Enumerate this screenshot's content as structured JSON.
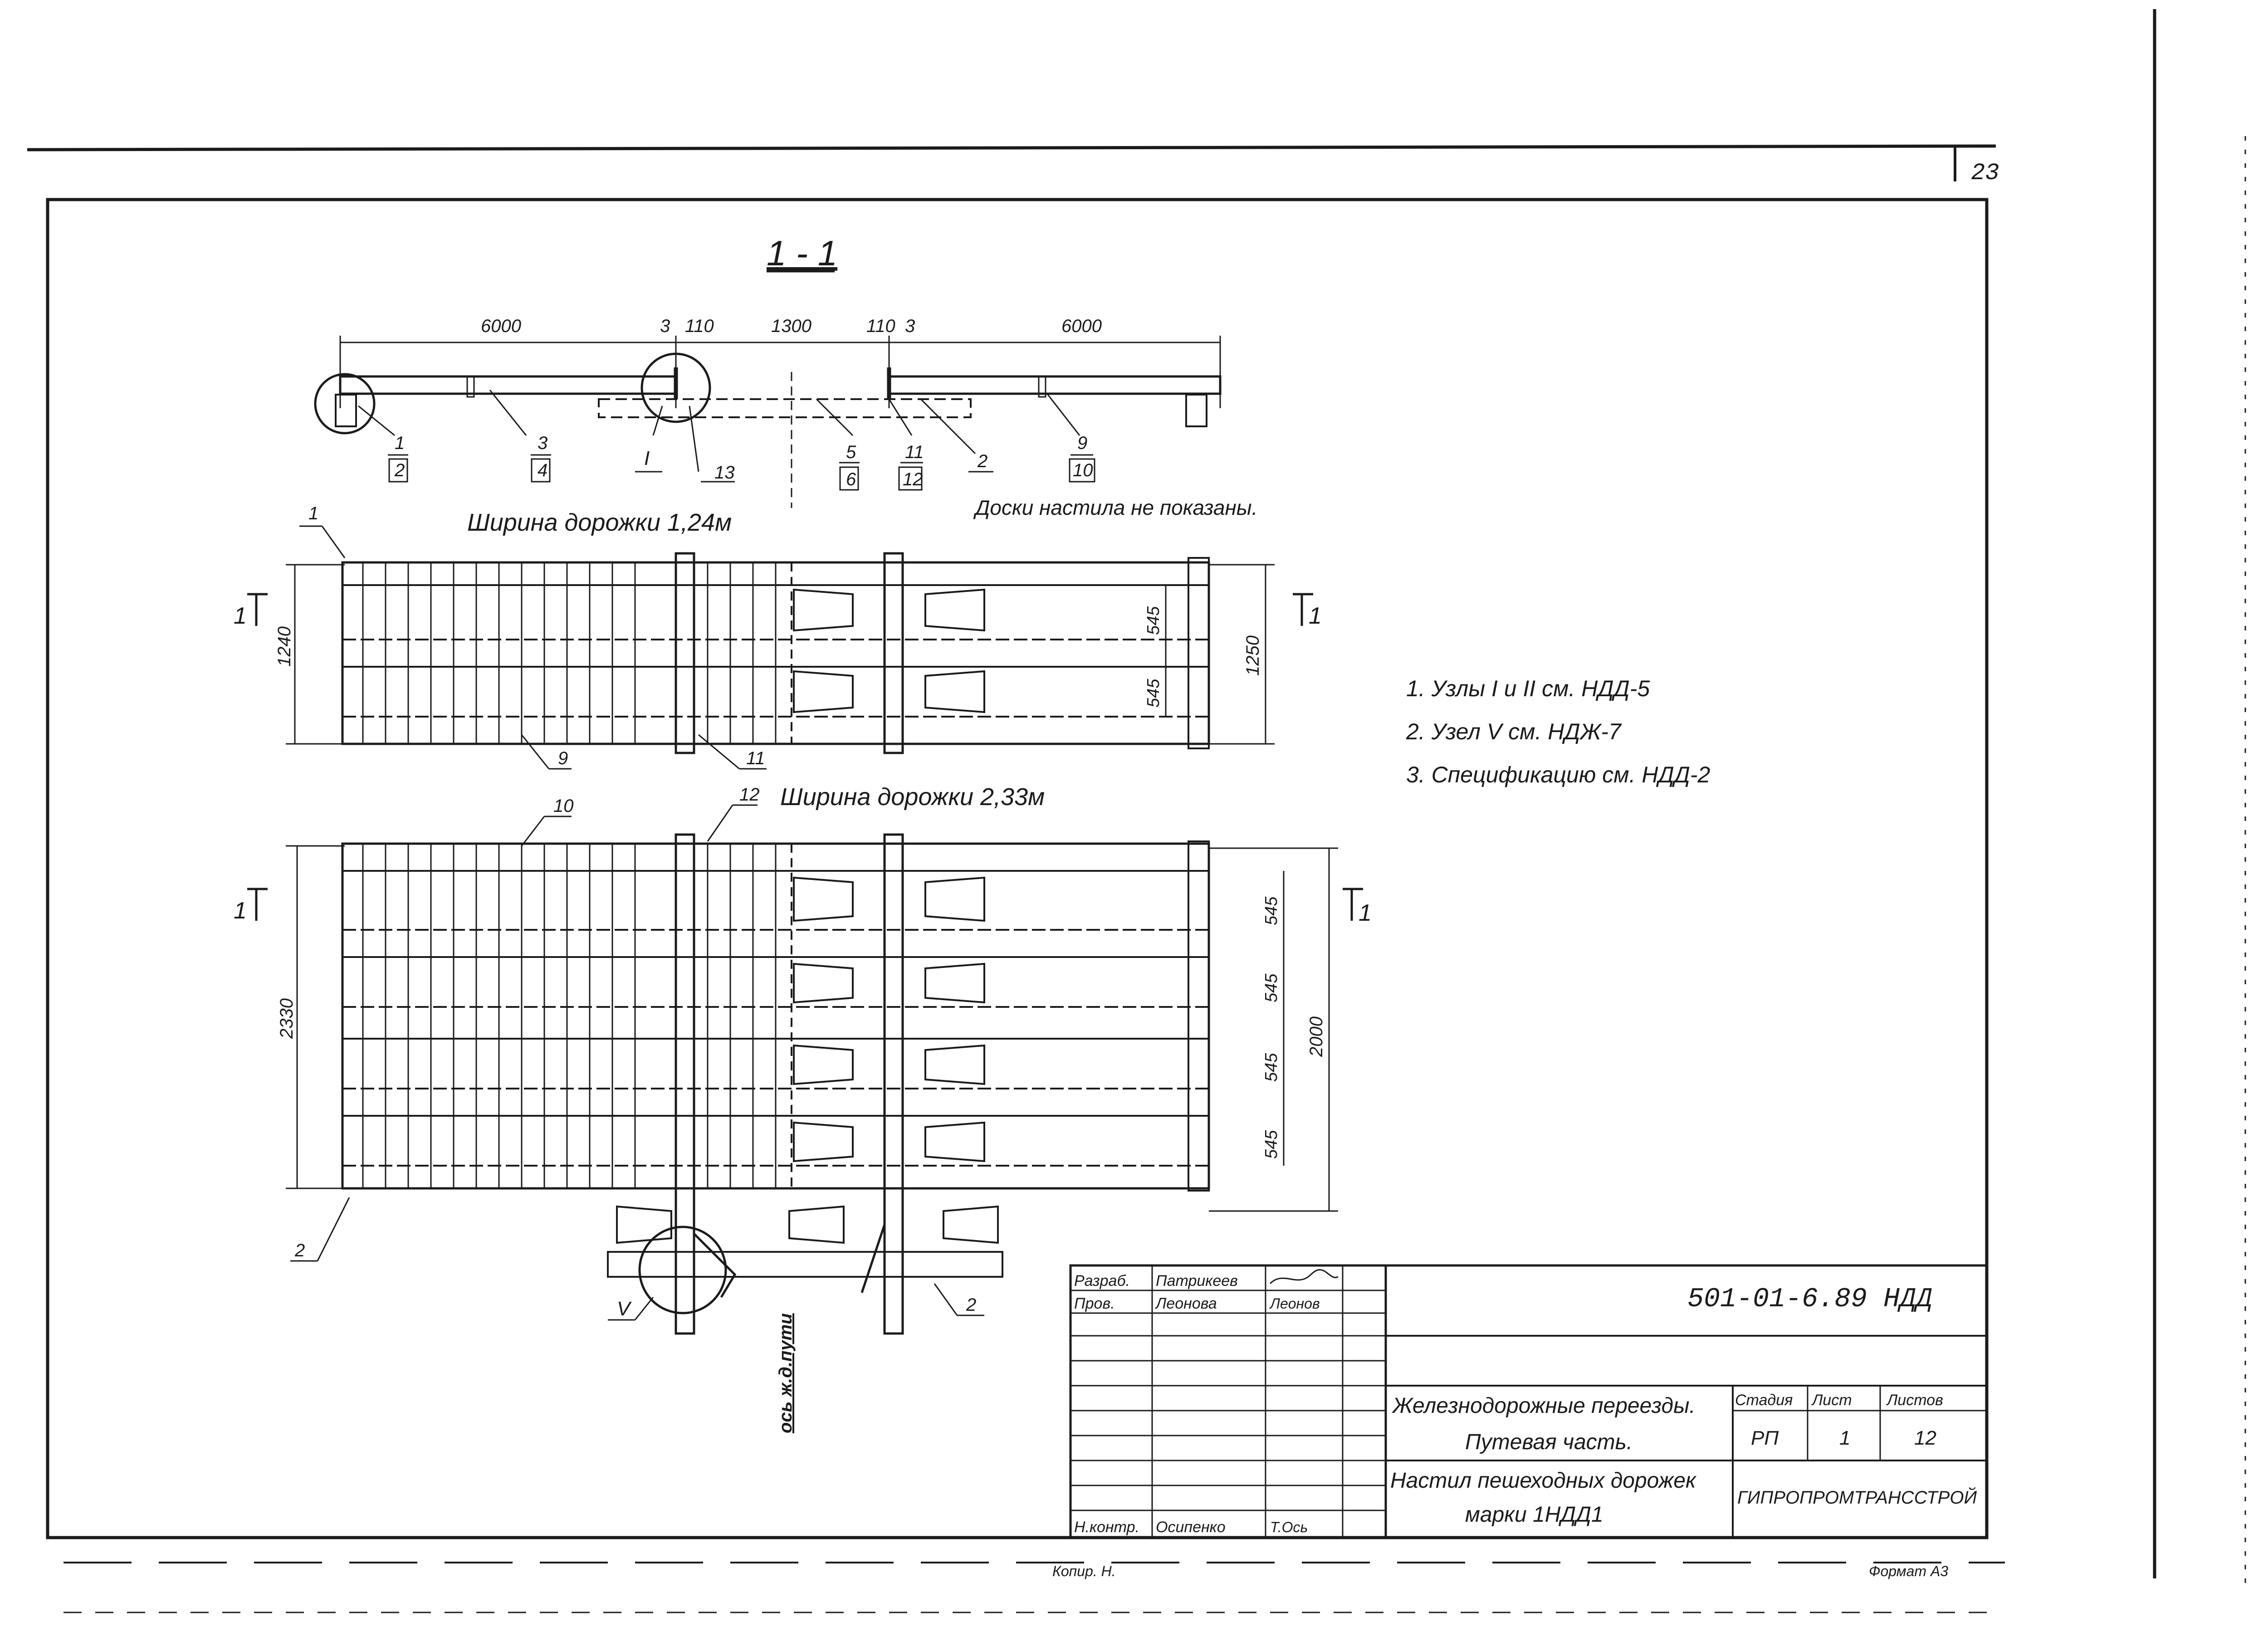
{
  "sheet_number": "23",
  "section_title": "1 - 1",
  "section": {
    "dims_top": [
      "6000",
      "3",
      "110",
      "1300",
      "110",
      "3",
      "6000"
    ],
    "callouts": [
      {
        "top": "1",
        "bottom": "2"
      },
      {
        "top": "3",
        "bottom": "4"
      },
      {
        "top": "I",
        "bottom": ""
      },
      {
        "top": "13",
        "bottom": ""
      },
      {
        "top": "5",
        "bottom": "6"
      },
      {
        "top": "11",
        "bottom": "12"
      },
      {
        "top": "2",
        "bottom": ""
      },
      {
        "top": "9",
        "bottom": "10"
      }
    ],
    "note": "Доски настила не показаны."
  },
  "plan1": {
    "title": "Ширина дорожки 1,24м",
    "width_dim": "1240",
    "right_dim": "1250",
    "inner_dims": [
      "545",
      "545"
    ],
    "callouts": [
      "1",
      "9",
      "11"
    ],
    "cut_label": "1"
  },
  "plan2": {
    "title": "Ширина дорожки 2,33м",
    "width_dim": "2330",
    "right_dim": "2000",
    "inner_dims": [
      "545",
      "545",
      "545",
      "545"
    ],
    "callouts": [
      "10",
      "12",
      "2",
      "V",
      "2"
    ],
    "cut_label": "1",
    "axis_label": "ось ж.д.пути"
  },
  "notes": [
    "1. Узлы I и II см. НДД-5",
    "2. Узел V см. НДЖ-7",
    "3. Спецификацию см. НДД-2"
  ],
  "title_block": {
    "doc_code": "501-01-6.89 НДД",
    "roles": [
      {
        "role": "Разраб.",
        "name": "Патрикеев",
        "sign": ""
      },
      {
        "role": "Пров.",
        "name": "Леонова",
        "sign": "Леонов"
      },
      {
        "role": "Н.контр.",
        "name": "Осипенко",
        "sign": "Т.Ось"
      }
    ],
    "project_line1": "Железнодорожные переезды.",
    "project_line2": "Путевая часть.",
    "sheet_title_line1": "Настил пешеходных дорожек",
    "sheet_title_line2": "марки 1НДД1",
    "stage_header": "Стадия",
    "sheet_header": "Лист",
    "sheets_header": "Листов",
    "stage": "РП",
    "sheet": "1",
    "sheets": "12",
    "organization": "ГИПРОПРОМТРАНССТРОЙ"
  },
  "footer": {
    "copied": "Копир. Н.",
    "format": "Формат А3"
  }
}
